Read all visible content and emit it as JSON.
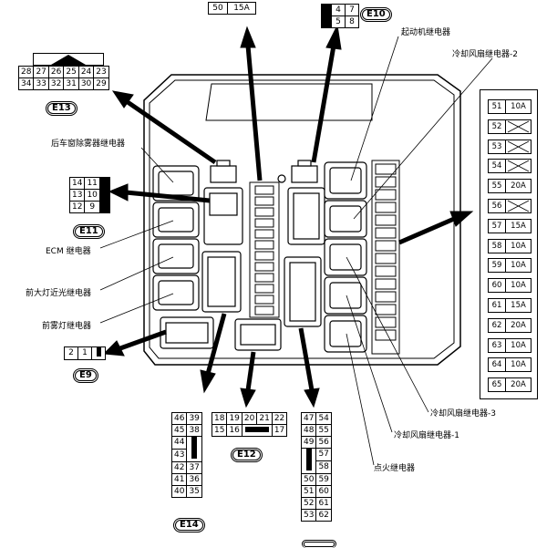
{
  "top_left_table": {
    "num": "50",
    "amp": "15A"
  },
  "e10": {
    "label": "E10",
    "rows": [
      [
        "4",
        "7"
      ],
      [
        "5",
        "8"
      ]
    ]
  },
  "e13": {
    "label": "E13",
    "rows": [
      [
        "28",
        "27",
        "26",
        "25",
        "24",
        "23"
      ],
      [
        "34",
        "33",
        "32",
        "31",
        "30",
        "29"
      ]
    ]
  },
  "e11": {
    "label": "E11",
    "rows": [
      [
        "14",
        "11"
      ],
      [
        "13",
        "10"
      ],
      [
        "12",
        "9"
      ]
    ]
  },
  "e9": {
    "label": "E9",
    "rows": [
      [
        "2",
        "1"
      ]
    ]
  },
  "e14": {
    "label": "E14",
    "rows": [
      [
        "46",
        "39"
      ],
      [
        "45",
        "38"
      ],
      [
        "44",
        ""
      ],
      [
        "43",
        ""
      ],
      [
        "42",
        "37"
      ],
      [
        "41",
        "36"
      ],
      [
        "40",
        "35"
      ]
    ]
  },
  "e12": {
    "label": "E12",
    "row1": [
      "18",
      "19",
      "20",
      "21",
      "22"
    ],
    "row2a": [
      "15",
      "16"
    ],
    "row2b": "17"
  },
  "e15": {
    "rows": [
      [
        "47",
        "54"
      ],
      [
        "48",
        "55"
      ],
      [
        "49",
        "56"
      ],
      [
        "",
        "57"
      ],
      [
        "",
        "58"
      ],
      [
        "50",
        "59"
      ],
      [
        "51",
        "60"
      ],
      [
        "52",
        "61"
      ],
      [
        "53",
        "62"
      ]
    ]
  },
  "fuses": [
    {
      "num": "51",
      "amp": "10A",
      "empty": false
    },
    {
      "num": "52",
      "amp": "",
      "empty": true
    },
    {
      "num": "53",
      "amp": "",
      "empty": true
    },
    {
      "num": "54",
      "amp": "",
      "empty": true
    },
    {
      "num": "55",
      "amp": "20A",
      "empty": false
    },
    {
      "num": "56",
      "amp": "",
      "empty": true
    },
    {
      "num": "57",
      "amp": "15A",
      "empty": false
    },
    {
      "num": "58",
      "amp": "10A",
      "empty": false
    },
    {
      "num": "59",
      "amp": "10A",
      "empty": false
    },
    {
      "num": "60",
      "amp": "10A",
      "empty": false
    },
    {
      "num": "61",
      "amp": "15A",
      "empty": false
    },
    {
      "num": "62",
      "amp": "20A",
      "empty": false
    },
    {
      "num": "63",
      "amp": "10A",
      "empty": false
    },
    {
      "num": "64",
      "amp": "10A",
      "empty": false
    },
    {
      "num": "65",
      "amp": "20A",
      "empty": false
    }
  ],
  "labels": {
    "starter_relay": "起动机继电器",
    "cooling_fan_relay_2": "冷却风扇继电器-2",
    "rear_defogger_relay": "后车窗除雾器继电器",
    "ecm_relay": "ECM 继电器",
    "headlamp_low_relay": "前大灯近光继电器",
    "fog_lamp_relay": "前雾灯继电器",
    "cooling_fan_relay_3": "冷却风扇继电器-3",
    "cooling_fan_relay_1": "冷却风扇继电器-1",
    "ignition_relay": "点火继电器"
  }
}
